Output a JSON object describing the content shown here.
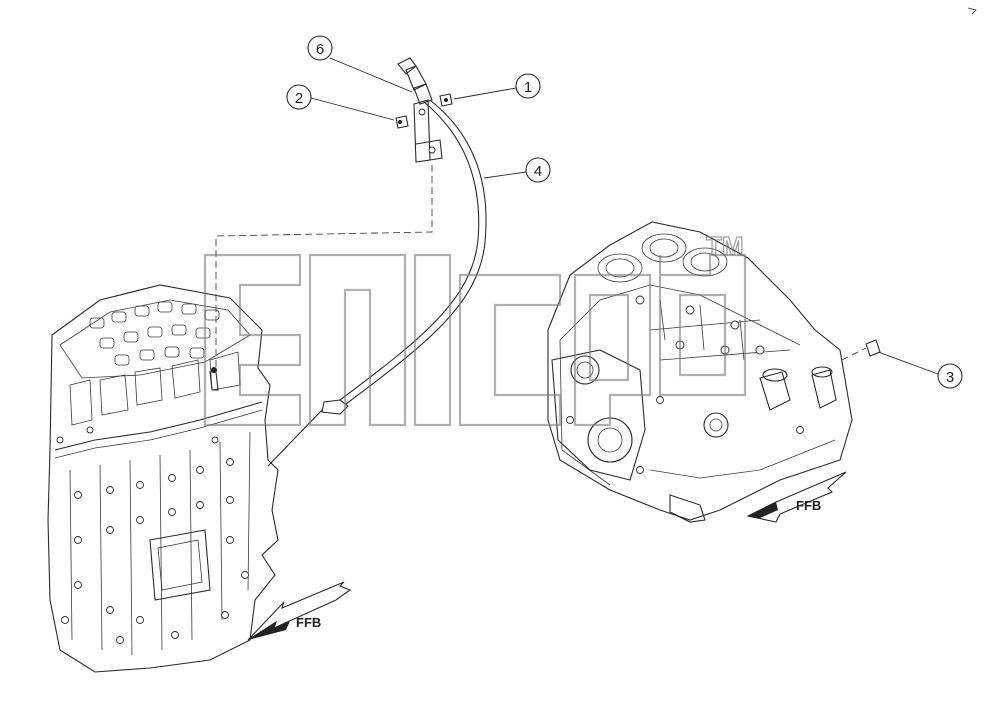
{
  "diagram": {
    "callouts": [
      {
        "id": "callout-1",
        "label": "1"
      },
      {
        "id": "callout-2",
        "label": "2"
      },
      {
        "id": "callout-3",
        "label": "3"
      },
      {
        "id": "callout-4",
        "label": "4"
      },
      {
        "id": "callout-6",
        "label": "6"
      }
    ],
    "direction_arrows": [
      {
        "id": "ffb-arrow-left",
        "label": "FFB"
      },
      {
        "id": "ffb-arrow-right",
        "label": "FFB"
      }
    ],
    "watermark": {
      "trademark": "TM"
    }
  },
  "colors": {
    "ink": "#2b2b2b",
    "watermark": "#7c7c7c",
    "background": "#ffffff"
  }
}
